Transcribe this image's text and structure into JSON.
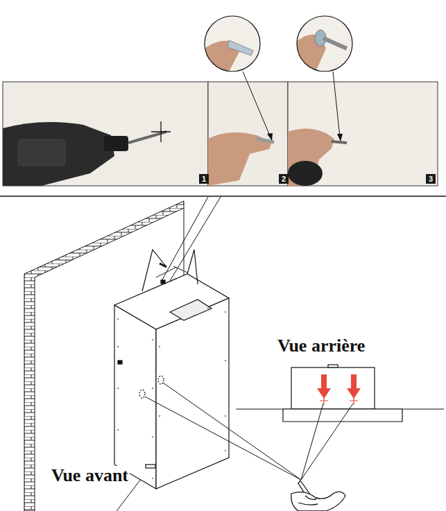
{
  "diagram": {
    "labels": [
      "1",
      "2",
      "3",
      "Vue arrière",
      "Vue avant"
    ]
  }
}
